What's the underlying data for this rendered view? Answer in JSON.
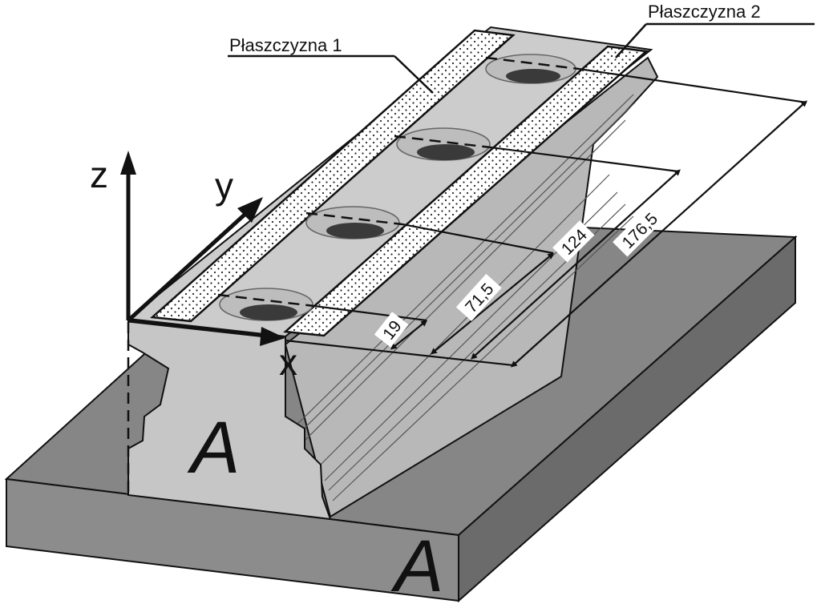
{
  "labels": {
    "plane1": "Płaszczyzna 1",
    "plane2": "Płaszczyzna 2",
    "axis_x": "x",
    "axis_y": "y",
    "axis_z": "z",
    "part_label_top": "A",
    "part_label_base": "A"
  },
  "dimensions": [
    {
      "id": "d19",
      "value": "19"
    },
    {
      "id": "d71_5",
      "value": "71,5"
    },
    {
      "id": "d124",
      "value": "124"
    },
    {
      "id": "d176_5",
      "value": "176,5"
    }
  ],
  "colors": {
    "base_top": "#868686",
    "base_front": "#8c8c8c",
    "base_side": "#6b6b6b",
    "part_top": "#c8c8c8",
    "part_face": "#c4c4c4",
    "part_side": "#b5b5b5",
    "hole": "#3a3a3a",
    "line": "#111111"
  }
}
